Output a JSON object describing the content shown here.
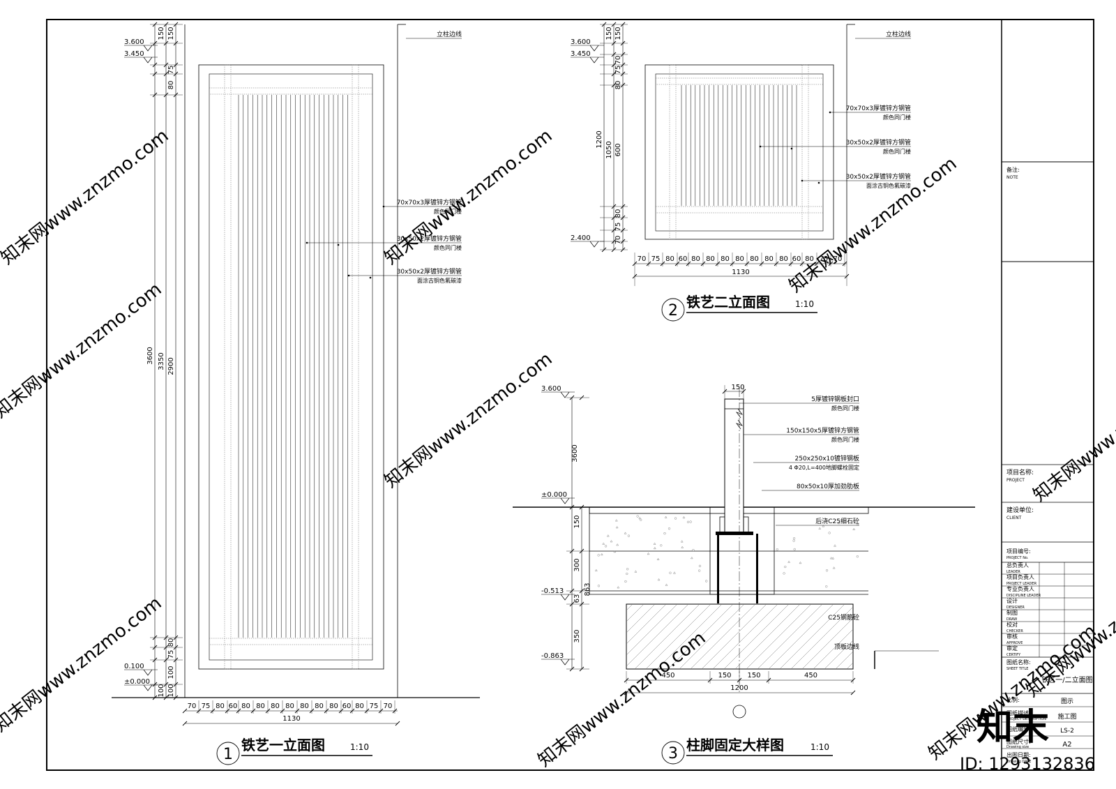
{
  "elev1": {
    "levels": [
      "3.600",
      "3.450",
      "0.100",
      "±0.000"
    ],
    "vdims_outer": [
      "3600"
    ],
    "vdims_mid": [
      "3350"
    ],
    "vdims_inner": [
      "150",
      "75",
      "80",
      "2900",
      "80",
      "75",
      "100"
    ],
    "vdims_top": [
      "150"
    ],
    "vdims_bottom": [
      "100"
    ],
    "bottom_dims": [
      "70",
      "75",
      "80",
      "60",
      "80",
      "80",
      "80",
      "80",
      "80",
      "80",
      "80",
      "60",
      "80",
      "75",
      "70"
    ],
    "total": "1130",
    "notes": [
      {
        "l1": "立柱边线",
        "l2": ""
      },
      {
        "l1": "70x70x3厚镀锌方钢管",
        "l2": "颜色同门楼"
      },
      {
        "l1": "30x50x2厚镀锌方钢管",
        "l2": "颜色同门楼"
      },
      {
        "l1": "30x50x2厚镀锌方钢管",
        "l2": "面涂古铜色氟碳漆"
      }
    ],
    "title": "铁艺一立面图",
    "scale": "1:10",
    "num": "1"
  },
  "elev2": {
    "levels": [
      "3.600",
      "3.450",
      "2.400"
    ],
    "vdim_outer": "1200",
    "vdim_mid": "1050",
    "vdims_inner": [
      "150",
      "70",
      "75",
      "80",
      "600",
      "80",
      "75",
      "70"
    ],
    "bottom_dims": [
      "70",
      "75",
      "80",
      "60",
      "80",
      "80",
      "80",
      "80",
      "80",
      "80",
      "80",
      "60",
      "80",
      "75",
      "70"
    ],
    "total": "1130",
    "notes": [
      {
        "l1": "立柱边线",
        "l2": ""
      },
      {
        "l1": "70x70x3厚镀锌方钢管",
        "l2": "颜色同门楼"
      },
      {
        "l1": "30x50x2厚镀锌方钢管",
        "l2": "颜色同门楼"
      },
      {
        "l1": "30x50x2厚镀锌方钢管",
        "l2": "面涂古铜色氟碳漆"
      }
    ],
    "title": "铁艺二立面图",
    "scale": "1:10",
    "num": "2"
  },
  "detail": {
    "levels": [
      "3.600",
      "±0.000",
      "-0.513",
      "-0.863"
    ],
    "vdims": [
      "3600",
      "150",
      "300",
      "63",
      "350",
      "863"
    ],
    "top_dim": "150",
    "bottom_dims": [
      "450",
      "150",
      "150",
      "450"
    ],
    "total": "1200",
    "notes": [
      {
        "l1": "5厚镀锌钢板封口",
        "l2": "颜色同门楼"
      },
      {
        "l1": "150x150x5厚镀锌方钢管",
        "l2": "颜色同门楼"
      },
      {
        "l1": "250x250x10镀锌钢板",
        "l2": "4 Φ20,L=400地脚螺栓固定"
      },
      {
        "l1": "80x50x10厚加劲肋板",
        "l2": ""
      },
      {
        "l1": "后浇C25细石砼",
        "l2": ""
      },
      {
        "l1": "C25钢筋砼",
        "l2": ""
      },
      {
        "l1": "顶板边线",
        "l2": ""
      }
    ],
    "title": "柱脚固定大样图",
    "scale": "1:10",
    "num": "3"
  },
  "titleblock": {
    "note": "备注:",
    "note_en": "NOTE",
    "project": "项目名称:",
    "project_en": "PROJECT",
    "client": "建设单位:",
    "client_en": "CLIENT",
    "projno": "项目编号:",
    "projno_en": "PROJECT No.",
    "rows": [
      {
        "zh": "总负责人",
        "en": "LEADER"
      },
      {
        "zh": "项目负责人",
        "en": "PROJECT LEADER"
      },
      {
        "zh": "专业负责人",
        "en": "DISCIPLINE LEADER"
      },
      {
        "zh": "设计",
        "en": "DESIGNER"
      },
      {
        "zh": "制图",
        "en": "DRAW"
      },
      {
        "zh": "校对",
        "en": "CHECKER"
      },
      {
        "zh": "审核",
        "en": "APPROVE"
      },
      {
        "zh": "审定",
        "en": "CERTIFY"
      }
    ],
    "sheet_title_label": "图纸名称:",
    "sheet_title_en": "SHEET TITLE",
    "sheet_title": "铁艺一/二立面图",
    "scale_label": "比例:",
    "scale_val": "图示",
    "desc_label": "图纸描述:",
    "desc_en": "PROJECT DESCRIPTION",
    "desc_val": "施工图",
    "sheetno_label": "图纸编号:",
    "sheetno_val": "LS-2",
    "size_label": "图纸尺寸:",
    "size_en": "Drawing size",
    "size_val": "A2",
    "date_label": "出图日期:",
    "date_en": "Drawing DATE"
  },
  "watermark": {
    "logo": "知末",
    "id": "ID: 1293132836",
    "site": "知末网www.znzmo.com"
  }
}
